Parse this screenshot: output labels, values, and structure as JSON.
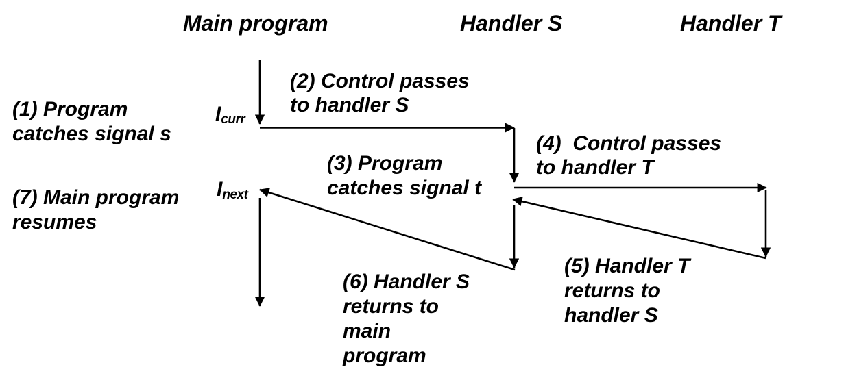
{
  "colors": {
    "background": "#ffffff",
    "ink": "#000000"
  },
  "columns": {
    "main_program": {
      "title": "Main program"
    },
    "handler_s": {
      "title": "Handler S"
    },
    "handler_t": {
      "title": "Handler T"
    }
  },
  "instruction_markers": {
    "curr": {
      "base": "I",
      "sub": "curr"
    },
    "next": {
      "base": "I",
      "sub": "next"
    }
  },
  "annotations": {
    "step1": {
      "lines": [
        "(1) Program",
        "catches signal s"
      ]
    },
    "step2": {
      "lines": [
        "(2) Control passes",
        "to handler S"
      ]
    },
    "step3": {
      "lines": [
        "(3) Program",
        "catches signal t"
      ]
    },
    "step4": {
      "lines": [
        "(4)  Control passes",
        "to handler T"
      ]
    },
    "step5": {
      "lines": [
        "(5) Handler T",
        "returns to",
        "handler S"
      ]
    },
    "step6": {
      "lines": [
        "(6) Handler S",
        "returns to",
        "main",
        "program"
      ]
    },
    "step7": {
      "lines": [
        "(7) Main program",
        "resumes"
      ]
    }
  }
}
